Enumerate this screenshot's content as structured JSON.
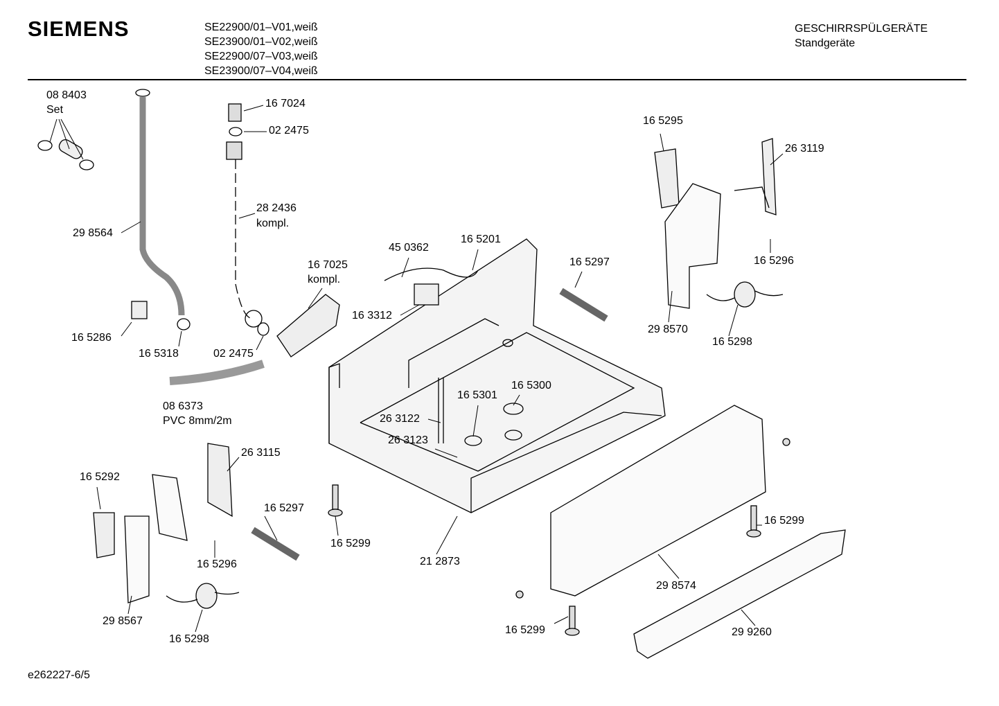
{
  "header": {
    "brand": "SIEMENS",
    "models": [
      "SE22900/01–V01,weiß",
      "SE23900/01–V02,weiß",
      "SE22900/07–V03,weiß",
      "SE23900/07–V04,weiß"
    ],
    "category": "GESCHIRRSPÜLGERÄTE",
    "subcategory": "Standgeräte"
  },
  "parts": [
    "08 8403",
    "Set",
    "16 7024",
    "02 2475",
    "28 2436",
    "kompl.",
    "29 8564",
    "16 5295",
    "26 3119",
    "45 0362",
    "16 5201",
    "16 7025",
    "kompl.",
    "16 5297",
    "16 5296",
    "16 3312",
    "29 8570",
    "16 5298",
    "16 5286",
    "16 5318",
    "02 2475",
    "16 5300",
    "16 5301",
    "08 6373",
    "PVC 8mm/2m",
    "26 3122",
    "26 3123",
    "26 3115",
    "16 5292",
    "16 5297",
    "16 5299",
    "16 5299",
    "16 5296",
    "21 2873",
    "29 8574",
    "29 8567",
    "16 5299",
    "29 9260",
    "16 5298"
  ],
  "footer": {
    "doc_id": "e262227-6/5"
  }
}
